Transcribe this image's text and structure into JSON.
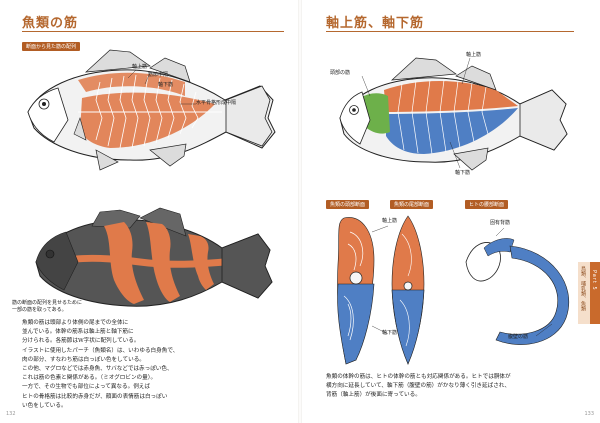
{
  "left_page": {
    "title": "魚類の筋",
    "section_tab": "断面から見た筋の配列",
    "fish1_labels": {
      "epaxial": "軸上筋",
      "myoseptum": "筋節中隔",
      "hypaxial": "軸下筋",
      "horizontal_septum": "水平骨格形成中隔"
    },
    "fish2_caption": [
      "筋の断面の配列を見せるために",
      "一部の筋を取ってある。"
    ],
    "body_text": [
      "魚類の筋は頭部より体側の尾までの全体に",
      "並んでいる。体幹の筋系は軸上筋と軸下筋に",
      "分けられる。各筋節はW字状に配列している。",
      "イラストに使用したパーチ（魚類名）は、いわゆる白身魚で、",
      "肉の部分、すなわち筋は白っぽい色をしている。",
      "この他、マグロなどでは赤身魚、サバなどでは赤っぽい色、",
      "これは筋の色素と関係がある。（ミオグロビンの量）。",
      "一方で、その生物でも部位によって異なる。例えば",
      "ヒトの骨格筋は比較的赤身だが、顔面の表情筋は白っぽい",
      "い色をしている。"
    ],
    "page_number": "132"
  },
  "right_page": {
    "title": "軸上筋、軸下筋",
    "top_labels": {
      "head_muscle": "頭部の筋",
      "epaxial": "軸上筋",
      "hypaxial": "軸下筋"
    },
    "tab_head": "魚類の頭部断面",
    "tab_tail": "魚類の尾部断面",
    "tab_human": "ヒトの腰部断面",
    "section_labels": {
      "epaxial": "軸上筋",
      "hypaxial": "軸下筋",
      "human_dorsal": "固有背筋",
      "human_abdominal": "腹壁の筋"
    },
    "side_tab_text": "Part 5",
    "side_box_text": "鳥類、哺乳類、魚類",
    "body_text": [
      "魚類の体幹の筋は、ヒトの体幹の筋とも対応関係がある。ヒトでは胴体が",
      "横方向に延長していて、軸下筋（腹壁の筋）がかなり薄く引き延ばされ、",
      "背筋（軸上筋）が後面に寄っている。"
    ],
    "page_number": "133"
  },
  "colors": {
    "accent": "#b5682f",
    "tab": "#b25d24",
    "muscle_orange": "#e07a4a",
    "muscle_blue": "#4f7fc4",
    "fish_gray": "#555555",
    "head_green": "#6db04a"
  }
}
